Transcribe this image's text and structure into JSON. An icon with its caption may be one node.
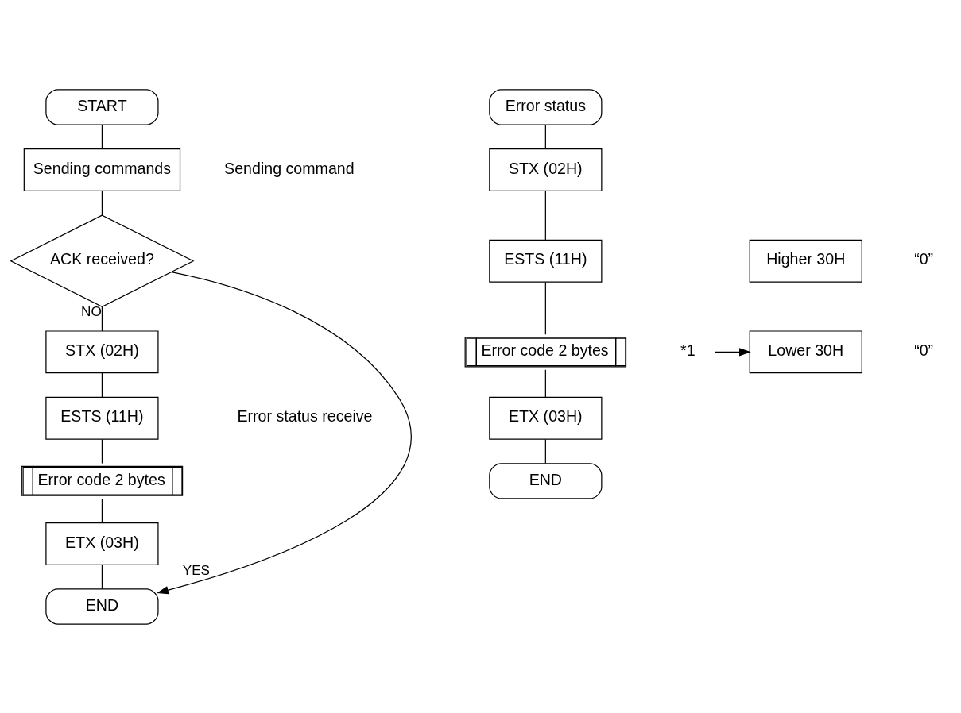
{
  "diagram": {
    "nodes": [
      {
        "text": [
          "START"
        ]
      },
      {
        "text": [
          "Sending commands"
        ],
        "beside": [
          "Sending command"
        ]
      },
      {
        "text": [
          "ACK received?"
        ]
      },
      {
        "text": [
          "STX (02H)"
        ]
      },
      {
        "text": [
          "ESTS (11H)"
        ]
      },
      {
        "text": [
          "Error code 2 bytes"
        ]
      },
      {
        "text": [
          "ETX (03H)"
        ]
      },
      {
        "text": [
          "END"
        ]
      },
      {
        "text": [
          "Error status"
        ]
      },
      {
        "text": [
          "STX (02H)"
        ]
      },
      {
        "text": [
          "ESTS (11H)"
        ]
      },
      {
        "text": [
          "Error code 2 bytes"
        ]
      },
      {
        "text": [
          "ETX (03H)"
        ]
      },
      {
        "text": [
          "END"
        ]
      },
      {
        "text": [
          "*1"
        ]
      },
      {
        "text": [
          "Higher 30H"
        ],
        "beside": [
          "“0”"
        ]
      },
      {
        "text": [
          "Lower 30H"
        ],
        "beside": [
          "“0”"
        ]
      }
    ],
    "edges": [
      {
        "from": 0,
        "to": 1,
        "arrow": "none"
      },
      {
        "from": 1,
        "to": 2,
        "arrow": "none"
      },
      {
        "from": 2,
        "to": 3,
        "arrow": "none",
        "label": "NO"
      },
      {
        "from": 3,
        "to": 4,
        "arrow": "none"
      },
      {
        "from": 4,
        "to": 5,
        "arrow": "none"
      },
      {
        "from": 5,
        "to": 6,
        "arrow": "none"
      },
      {
        "from": 6,
        "to": 7,
        "arrow": "none"
      },
      {
        "from": 2,
        "to": 7,
        "arrow": "to",
        "label": "YES"
      },
      {
        "from": 8,
        "to": 9,
        "arrow": "none"
      },
      {
        "from": 9,
        "to": 10,
        "arrow": "none"
      },
      {
        "from": 10,
        "to": 11,
        "arrow": "none"
      },
      {
        "from": 11,
        "to": 12,
        "arrow": "none"
      },
      {
        "from": 12,
        "to": 13,
        "arrow": "none"
      },
      {
        "from": 14,
        "to": 16,
        "arrow": "to"
      }
    ],
    "labels": [
      "Error status receive"
    ]
  }
}
